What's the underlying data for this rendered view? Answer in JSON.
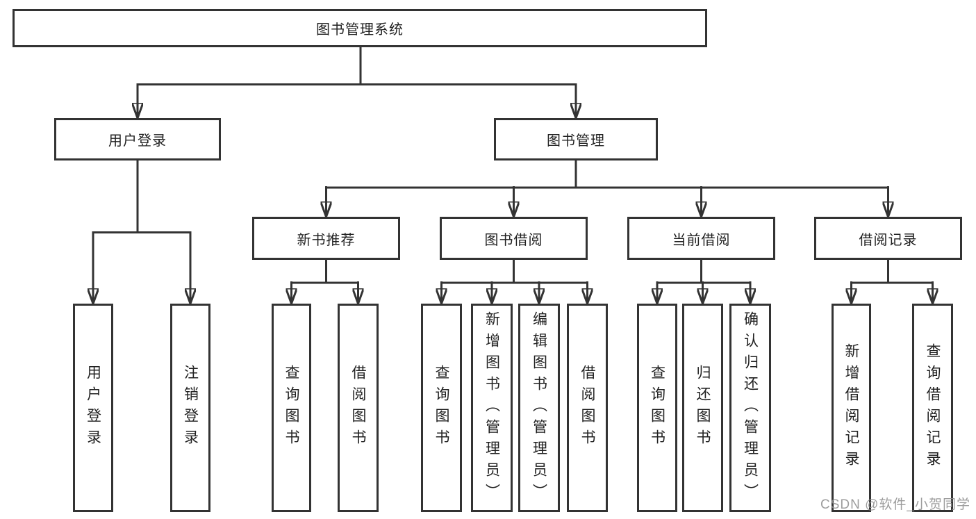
{
  "colors": {
    "line": "#333333",
    "text": "#212121",
    "background": "#ffffff",
    "watermark": "#8c8c8c"
  },
  "watermark": {
    "text": "CSDN @软件_小贺同学"
  },
  "tree": {
    "root": {
      "label": "图书管理系统",
      "children": [
        {
          "label": "用户登录",
          "children": [
            {
              "label": "用户登录"
            },
            {
              "label": "注销登录"
            }
          ]
        },
        {
          "label": "图书管理",
          "children": [
            {
              "label": "新书推荐",
              "children": [
                {
                  "label": "查询图书"
                },
                {
                  "label": "借阅图书"
                }
              ]
            },
            {
              "label": "图书借阅",
              "children": [
                {
                  "label": "查询图书"
                },
                {
                  "label": "新增图书（管理员）"
                },
                {
                  "label": "编辑图书（管理员）"
                },
                {
                  "label": "借阅图书"
                }
              ]
            },
            {
              "label": "当前借阅",
              "children": [
                {
                  "label": "查询图书"
                },
                {
                  "label": "归还图书"
                },
                {
                  "label": "确认归还（管理员）"
                }
              ]
            },
            {
              "label": "借阅记录",
              "children": [
                {
                  "label": "新增借阅记录"
                },
                {
                  "label": "查询借阅记录"
                }
              ]
            }
          ]
        }
      ]
    }
  }
}
